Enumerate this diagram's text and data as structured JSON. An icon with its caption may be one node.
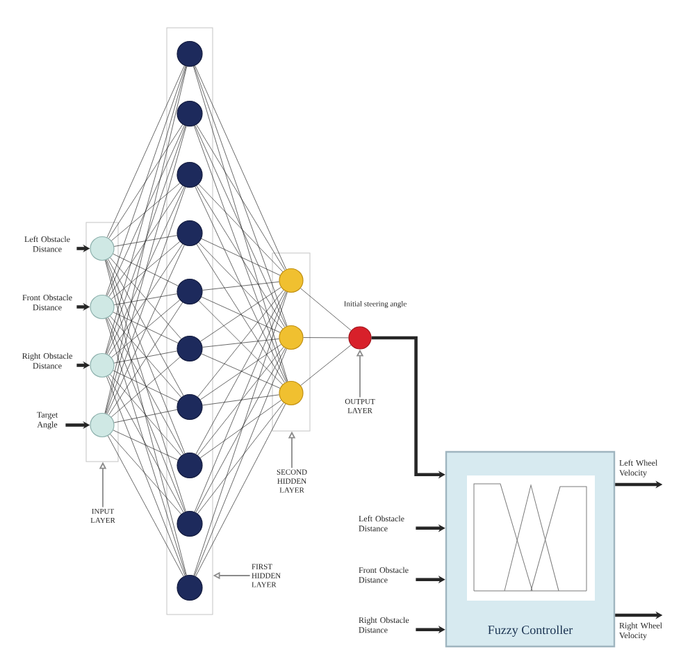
{
  "diagram": {
    "nodes": [
      {
        "text": [
          "Left Obstacle Distance"
        ]
      },
      {
        "text": [
          "Front Obstacle Distance"
        ]
      },
      {
        "text": [
          "Right Obstacle Distance"
        ]
      },
      {
        "text": [
          "Target Angle"
        ]
      },
      {
        "text": [],
        "shape": "box"
      },
      {
        "text": [],
        "shape": "circle",
        "in": 4
      },
      {
        "text": [],
        "shape": "circle",
        "in": 4
      },
      {
        "text": [],
        "shape": "circle",
        "in": 4
      },
      {
        "text": [],
        "shape": "circle",
        "in": 4
      },
      {
        "text": [],
        "shape": "box"
      },
      {
        "text": [],
        "shape": "circle",
        "in": 9
      },
      {
        "text": [],
        "shape": "circle",
        "in": 9
      },
      {
        "text": [],
        "shape": "circle",
        "in": 9
      },
      {
        "text": [],
        "shape": "circle",
        "in": 9
      },
      {
        "text": [],
        "shape": "circle",
        "in": 9
      },
      {
        "text": [],
        "shape": "circle",
        "in": 9
      },
      {
        "text": [],
        "shape": "circle",
        "in": 9
      },
      {
        "text": [],
        "shape": "circle",
        "in": 9
      },
      {
        "text": [],
        "shape": "circle",
        "in": 9
      },
      {
        "text": [],
        "shape": "circle",
        "in": 9
      },
      {
        "text": [],
        "shape": "box"
      },
      {
        "text": [],
        "shape": "circle",
        "in": 20
      },
      {
        "text": [],
        "shape": "circle",
        "in": 20
      },
      {
        "text": [],
        "shape": "circle",
        "in": 20
      },
      {
        "text": [],
        "shape": "circle",
        "beside": [
          "Initial steering angle"
        ]
      },
      {
        "text": [
          "INPUT LAYER"
        ]
      },
      {
        "text": [
          "FIRST HIDDEN LAYER"
        ]
      },
      {
        "text": [
          "SECOND HIDDEN LAYER"
        ]
      },
      {
        "text": [
          "OUTPUT LAYER"
        ]
      },
      {
        "text": [
          "Fuzzy Controller"
        ]
      },
      {
        "text": [
          "Left Obstacle Distance"
        ]
      },
      {
        "text": [
          "Front Obstacle Distance"
        ]
      },
      {
        "text": [
          "Right Obstacle Distance"
        ]
      },
      {
        "text": [
          "Left Wheel Velocity"
        ]
      },
      {
        "text": [
          "Right Wheel Velocity"
        ]
      }
    ],
    "edges": [
      {
        "from": 0,
        "to": 5,
        "arrow": "to",
        "style": "thick"
      },
      {
        "from": 1,
        "to": 6,
        "arrow": "to",
        "style": "thick"
      },
      {
        "from": 2,
        "to": 7,
        "arrow": "to",
        "style": "thick"
      },
      {
        "from": 3,
        "to": 8,
        "arrow": "to",
        "style": "thick"
      },
      {
        "from": 5,
        "to": 10,
        "arrow": "none"
      },
      {
        "from": 5,
        "to": 11,
        "arrow": "none"
      },
      {
        "from": 5,
        "to": 12,
        "arrow": "none"
      },
      {
        "from": 5,
        "to": 13,
        "arrow": "none"
      },
      {
        "from": 5,
        "to": 14,
        "arrow": "none"
      },
      {
        "from": 5,
        "to": 15,
        "arrow": "none"
      },
      {
        "from": 5,
        "to": 16,
        "arrow": "none"
      },
      {
        "from": 5,
        "to": 17,
        "arrow": "none"
      },
      {
        "from": 5,
        "to": 18,
        "arrow": "none"
      },
      {
        "from": 5,
        "to": 19,
        "arrow": "none"
      },
      {
        "from": 6,
        "to": 10,
        "arrow": "none"
      },
      {
        "from": 6,
        "to": 11,
        "arrow": "none"
      },
      {
        "from": 6,
        "to": 12,
        "arrow": "none"
      },
      {
        "from": 6,
        "to": 13,
        "arrow": "none"
      },
      {
        "from": 6,
        "to": 14,
        "arrow": "none"
      },
      {
        "from": 6,
        "to": 15,
        "arrow": "none"
      },
      {
        "from": 6,
        "to": 16,
        "arrow": "none"
      },
      {
        "from": 6,
        "to": 17,
        "arrow": "none"
      },
      {
        "from": 6,
        "to": 18,
        "arrow": "none"
      },
      {
        "from": 6,
        "to": 19,
        "arrow": "none"
      },
      {
        "from": 7,
        "to": 10,
        "arrow": "none"
      },
      {
        "from": 7,
        "to": 11,
        "arrow": "none"
      },
      {
        "from": 7,
        "to": 12,
        "arrow": "none"
      },
      {
        "from": 7,
        "to": 13,
        "arrow": "none"
      },
      {
        "from": 7,
        "to": 14,
        "arrow": "none"
      },
      {
        "from": 7,
        "to": 15,
        "arrow": "none"
      },
      {
        "from": 7,
        "to": 16,
        "arrow": "none"
      },
      {
        "from": 7,
        "to": 17,
        "arrow": "none"
      },
      {
        "from": 7,
        "to": 18,
        "arrow": "none"
      },
      {
        "from": 7,
        "to": 19,
        "arrow": "none"
      },
      {
        "from": 8,
        "to": 10,
        "arrow": "none"
      },
      {
        "from": 8,
        "to": 11,
        "arrow": "none"
      },
      {
        "from": 8,
        "to": 12,
        "arrow": "none"
      },
      {
        "from": 8,
        "to": 13,
        "arrow": "none"
      },
      {
        "from": 8,
        "to": 14,
        "arrow": "none"
      },
      {
        "from": 8,
        "to": 15,
        "arrow": "none"
      },
      {
        "from": 8,
        "to": 16,
        "arrow": "none"
      },
      {
        "from": 8,
        "to": 17,
        "arrow": "none"
      },
      {
        "from": 8,
        "to": 18,
        "arrow": "none"
      },
      {
        "from": 8,
        "to": 19,
        "arrow": "none"
      },
      {
        "from": 10,
        "to": 21,
        "arrow": "none"
      },
      {
        "from": 10,
        "to": 22,
        "arrow": "none"
      },
      {
        "from": 10,
        "to": 23,
        "arrow": "none"
      },
      {
        "from": 11,
        "to": 21,
        "arrow": "none"
      },
      {
        "from": 11,
        "to": 22,
        "arrow": "none"
      },
      {
        "from": 11,
        "to": 23,
        "arrow": "none"
      },
      {
        "from": 12,
        "to": 21,
        "arrow": "none"
      },
      {
        "from": 12,
        "to": 22,
        "arrow": "none"
      },
      {
        "from": 12,
        "to": 23,
        "arrow": "none"
      },
      {
        "from": 13,
        "to": 21,
        "arrow": "none"
      },
      {
        "from": 13,
        "to": 22,
        "arrow": "none"
      },
      {
        "from": 13,
        "to": 23,
        "arrow": "none"
      },
      {
        "from": 14,
        "to": 21,
        "arrow": "none"
      },
      {
        "from": 14,
        "to": 22,
        "arrow": "none"
      },
      {
        "from": 14,
        "to": 23,
        "arrow": "none"
      },
      {
        "from": 15,
        "to": 21,
        "arrow": "none"
      },
      {
        "from": 15,
        "to": 22,
        "arrow": "none"
      },
      {
        "from": 15,
        "to": 23,
        "arrow": "none"
      },
      {
        "from": 16,
        "to": 21,
        "arrow": "none"
      },
      {
        "from": 16,
        "to": 22,
        "arrow": "none"
      },
      {
        "from": 16,
        "to": 23,
        "arrow": "none"
      },
      {
        "from": 17,
        "to": 21,
        "arrow": "none"
      },
      {
        "from": 17,
        "to": 22,
        "arrow": "none"
      },
      {
        "from": 17,
        "to": 23,
        "arrow": "none"
      },
      {
        "from": 18,
        "to": 21,
        "arrow": "none"
      },
      {
        "from": 18,
        "to": 22,
        "arrow": "none"
      },
      {
        "from": 18,
        "to": 23,
        "arrow": "none"
      },
      {
        "from": 19,
        "to": 21,
        "arrow": "none"
      },
      {
        "from": 19,
        "to": 22,
        "arrow": "none"
      },
      {
        "from": 19,
        "to": 23,
        "arrow": "none"
      },
      {
        "from": 21,
        "to": 24,
        "arrow": "none"
      },
      {
        "from": 22,
        "to": 24,
        "arrow": "none"
      },
      {
        "from": 23,
        "to": 24,
        "arrow": "none"
      },
      {
        "from": 24,
        "to": 29,
        "arrow": "to",
        "style": "thick"
      },
      {
        "from": 30,
        "to": 29,
        "arrow": "to",
        "style": "thick"
      },
      {
        "from": 31,
        "to": 29,
        "arrow": "to",
        "style": "thick"
      },
      {
        "from": 32,
        "to": 29,
        "arrow": "to",
        "style": "thick"
      },
      {
        "from": 29,
        "to": 33,
        "arrow": "to",
        "style": "thick"
      },
      {
        "from": 29,
        "to": 34,
        "arrow": "to",
        "style": "thick"
      },
      {
        "from": 25,
        "to": 4,
        "arrow": "to",
        "color": "#8a8a8a"
      },
      {
        "from": 26,
        "to": 9,
        "arrow": "to",
        "color": "#8a8a8a"
      },
      {
        "from": 27,
        "to": 20,
        "arrow": "to",
        "color": "#8a8a8a"
      },
      {
        "from": 28,
        "to": 24,
        "arrow": "to",
        "color": "#8a8a8a"
      }
    ]
  }
}
